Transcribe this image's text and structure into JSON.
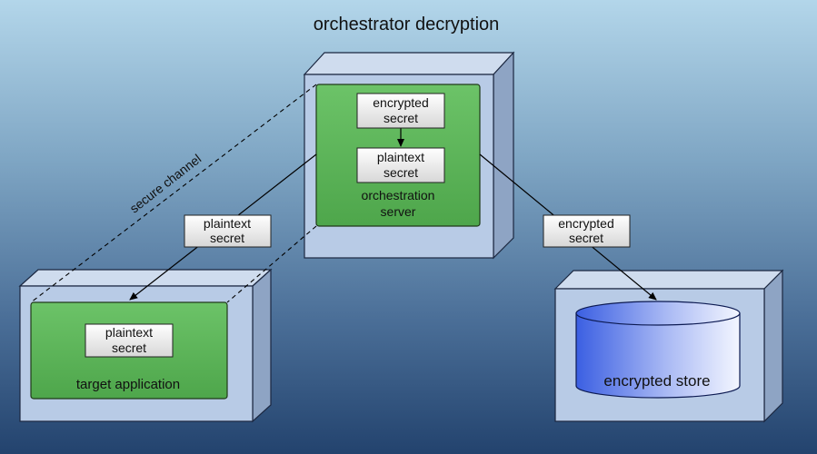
{
  "title": "orchestrator decryption",
  "channel_label": "secure channel",
  "orchestrator": {
    "label_line1": "orchestration",
    "label_line2": "server",
    "encrypted_box": {
      "line1": "encrypted",
      "line2": "secret"
    },
    "plaintext_box": {
      "line1": "plaintext",
      "line2": "secret"
    }
  },
  "target": {
    "label": "target application",
    "plaintext_box": {
      "line1": "plaintext",
      "line2": "secret"
    }
  },
  "store": {
    "label": "encrypted store"
  },
  "edge_to_target": {
    "line1": "plaintext",
    "line2": "secret"
  },
  "edge_to_store": {
    "line1": "encrypted",
    "line2": "secret"
  },
  "colors": {
    "node_green": "#5db65a",
    "cylinder_blue": "#3f62e3"
  }
}
